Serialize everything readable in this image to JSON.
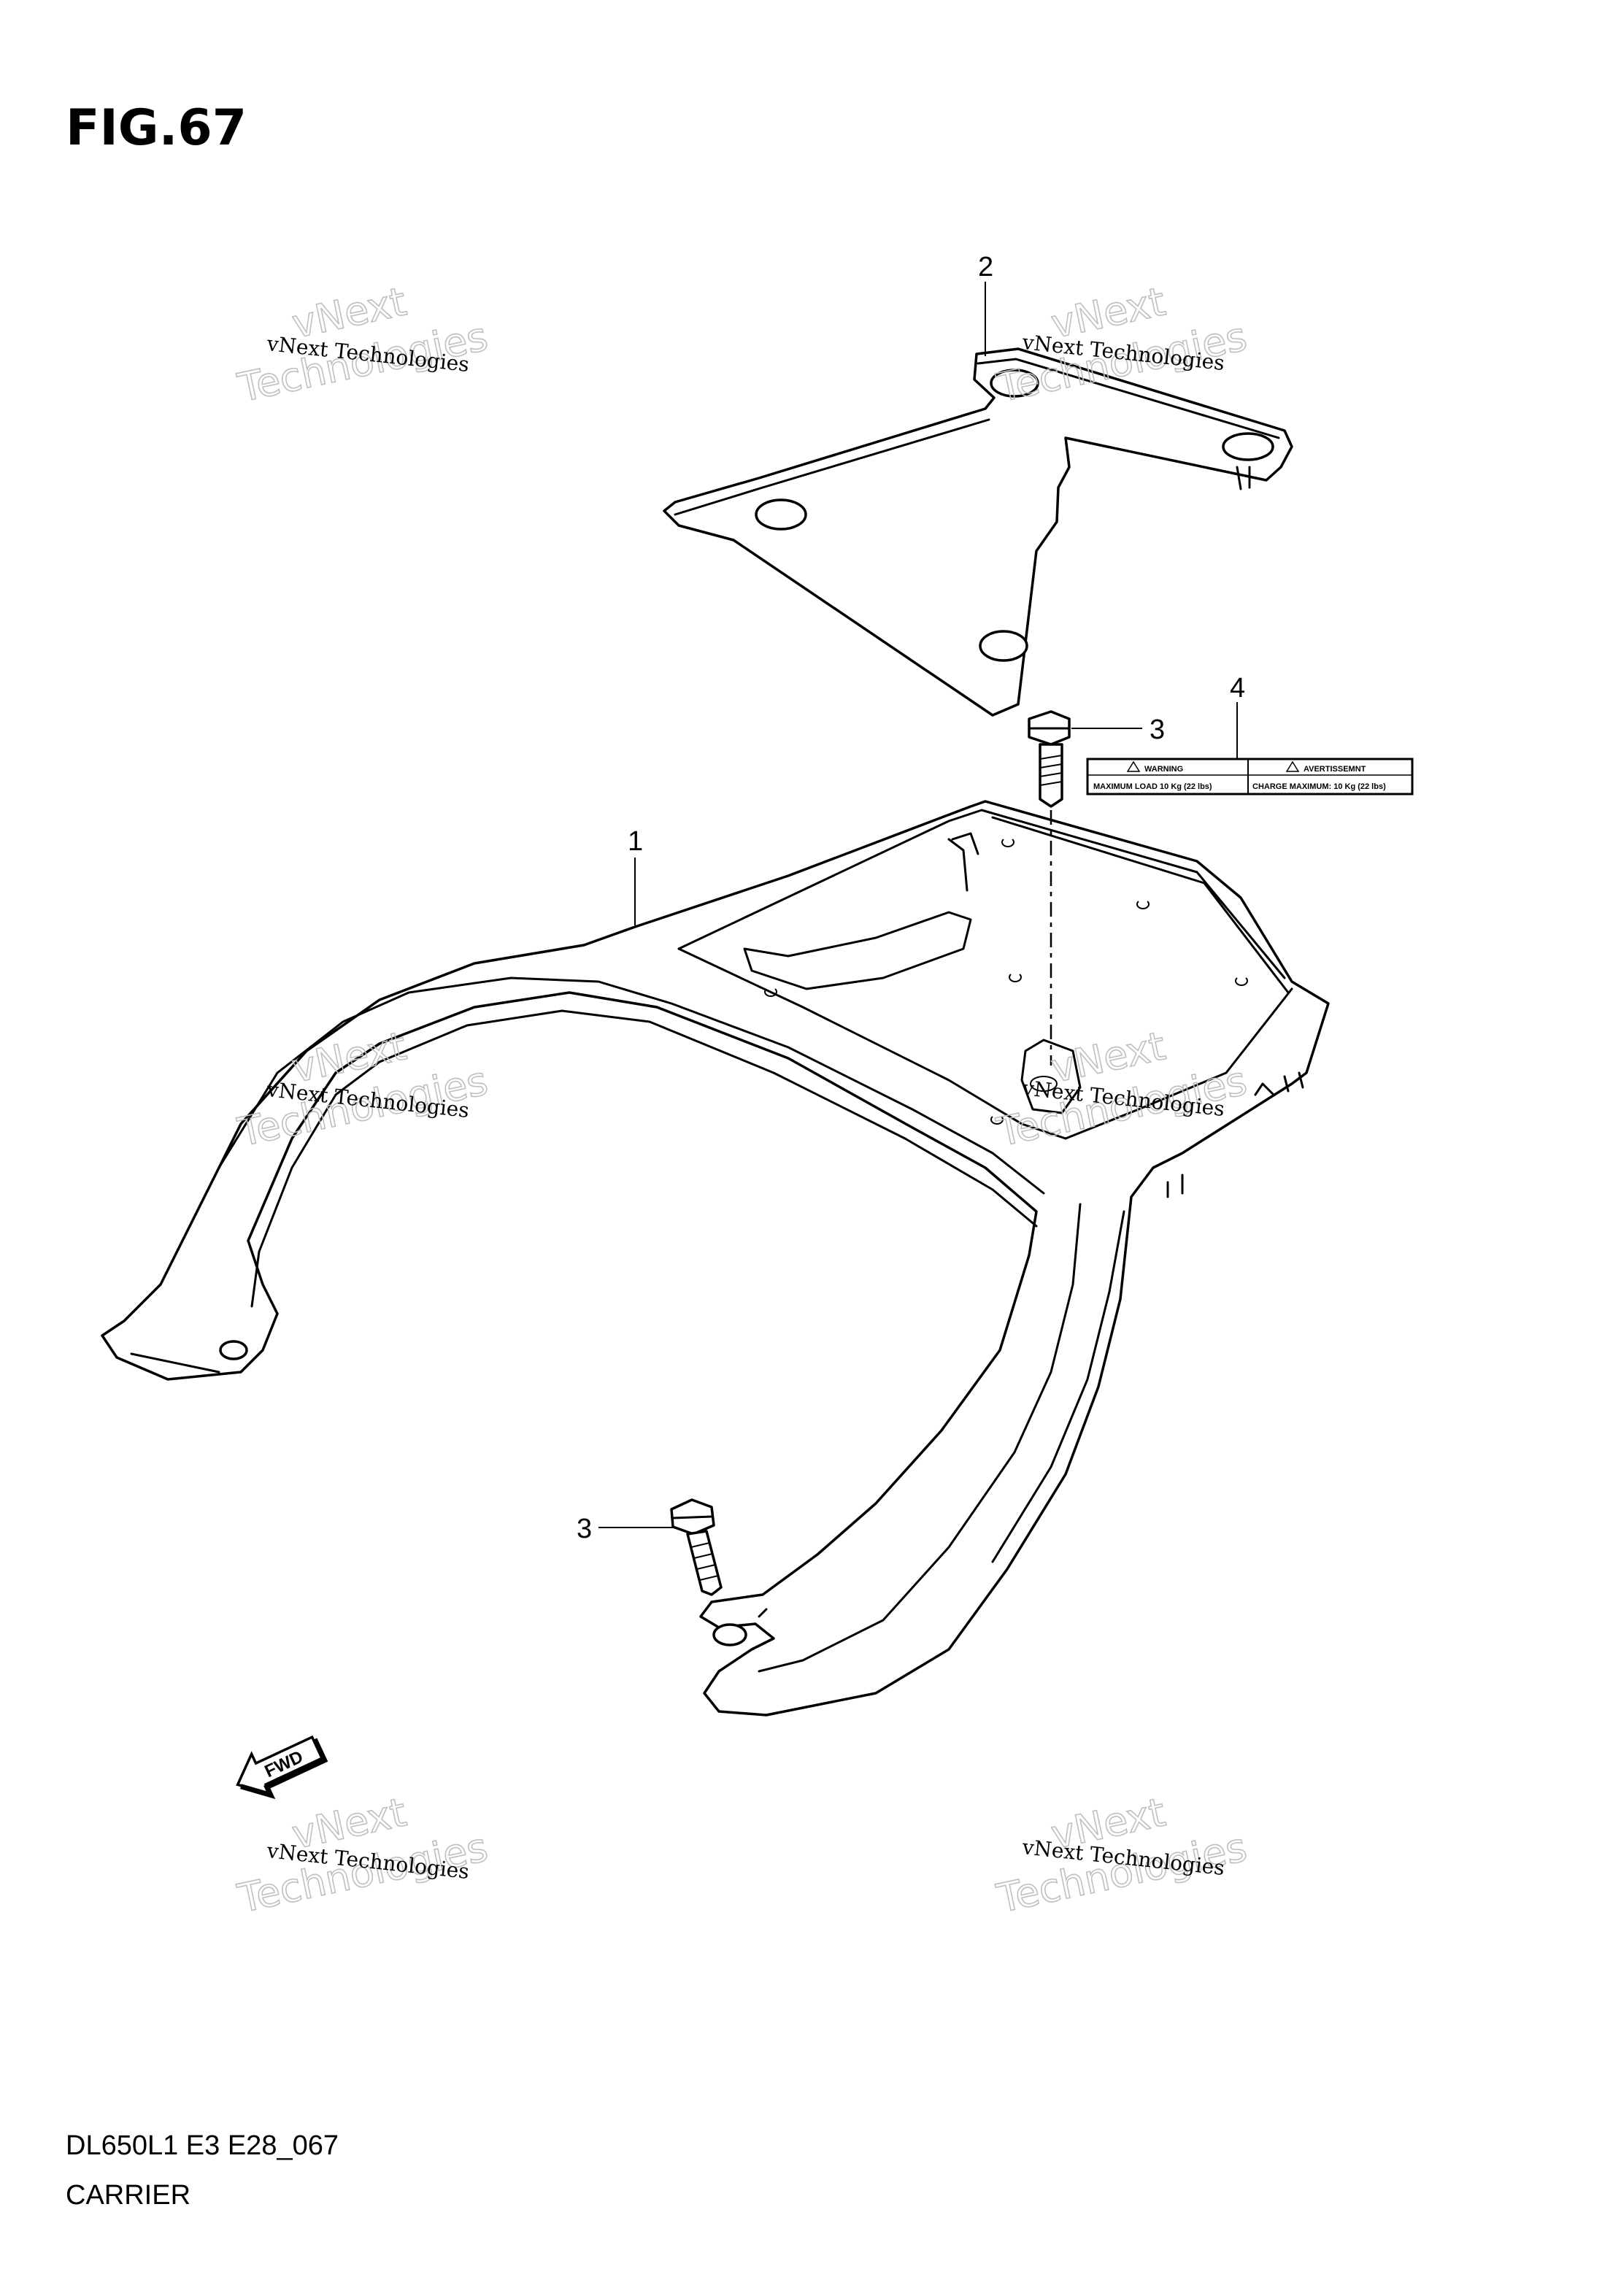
{
  "figure": {
    "title": "FIG.67"
  },
  "callouts": {
    "carrier": "1",
    "cover": "2",
    "bolt_top": "3",
    "label": "4",
    "bolt_bottom": "3"
  },
  "warning_label": {
    "left_heading": "WARNING",
    "left_text": "MAXIMUM LOAD 10 Kg (22 lbs)",
    "right_heading": "AVERTISSEMNT",
    "right_text": "CHARGE MAXIMUM: 10 Kg (22 lbs)"
  },
  "fwd_label": "FWD",
  "watermark": {
    "small": "vNext Technologies",
    "large_line1": "vNext",
    "large_line2": "Technologies"
  },
  "footer": {
    "code": "DL650L1 E3 E28_067",
    "name": "CARRIER"
  }
}
